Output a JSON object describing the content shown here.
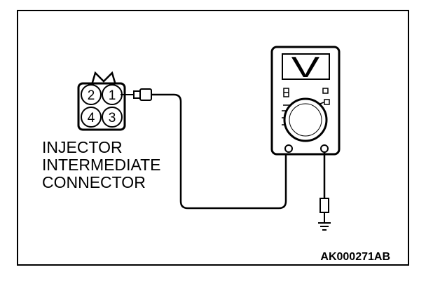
{
  "connector": {
    "pins": [
      "2",
      "1",
      "4",
      "3"
    ],
    "label_lines": [
      "INJECTOR",
      "INTERMEDIATE",
      "CONNECTOR"
    ]
  },
  "meter": {
    "display_symbol": "V"
  },
  "figure_code": "AK000271AB"
}
